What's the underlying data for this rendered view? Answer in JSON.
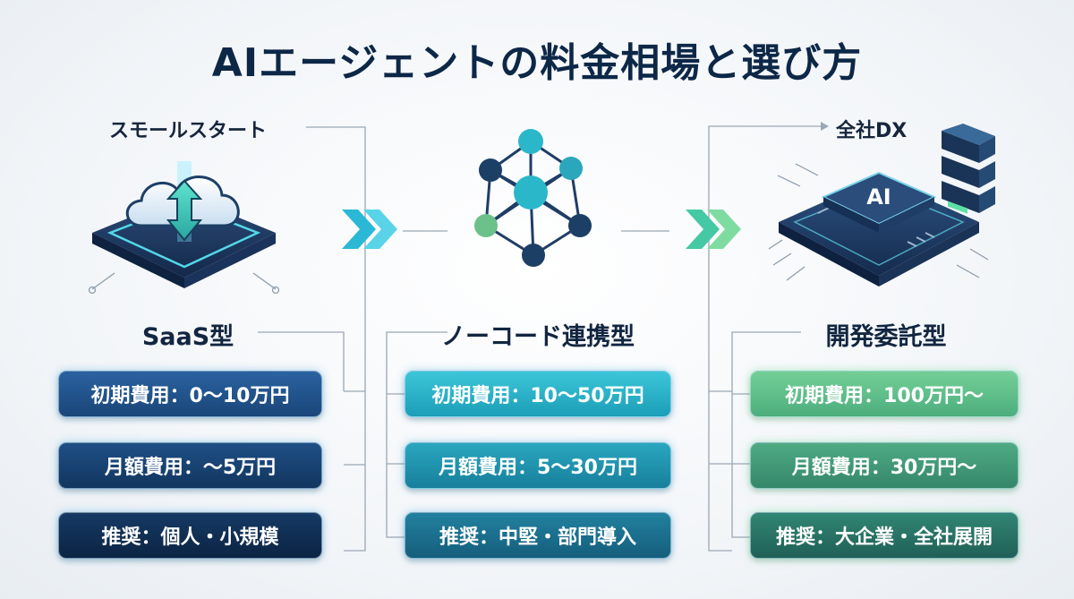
{
  "title": "AIエージェントの料金相場と選び方",
  "stages": {
    "small": {
      "label": "スモールスタート"
    },
    "company": {
      "label": "全社DX"
    }
  },
  "plans": [
    {
      "name": "SaaS型",
      "initial": "初期費用：0〜10万円",
      "monthly": "月額費用：〜5万円",
      "recommend": "推奨：個人・小規模"
    },
    {
      "name": "ノーコード連携型",
      "initial": "初期費用：10〜50万円",
      "monthly": "月額費用：5〜30万円",
      "recommend": "推奨：中堅・部門導入"
    },
    {
      "name": "開発委託型",
      "initial": "初期費用：100万円〜",
      "monthly": "月額費用：30万円〜",
      "recommend": "推奨：大企業・全社展開"
    }
  ],
  "chip_label": "AI",
  "colors": {
    "saas_initial": "#1d4f86",
    "saas_monthly": "#163f6d",
    "saas_recommend": "#0f2c50",
    "nocode_initial": "#27b0c7",
    "nocode_monthly": "#1b8ea8",
    "nocode_recommend": "#1a6f8e",
    "dev_initial": "#5cbf8a",
    "dev_monthly": "#3f9b76",
    "dev_recommend": "#276f63"
  }
}
